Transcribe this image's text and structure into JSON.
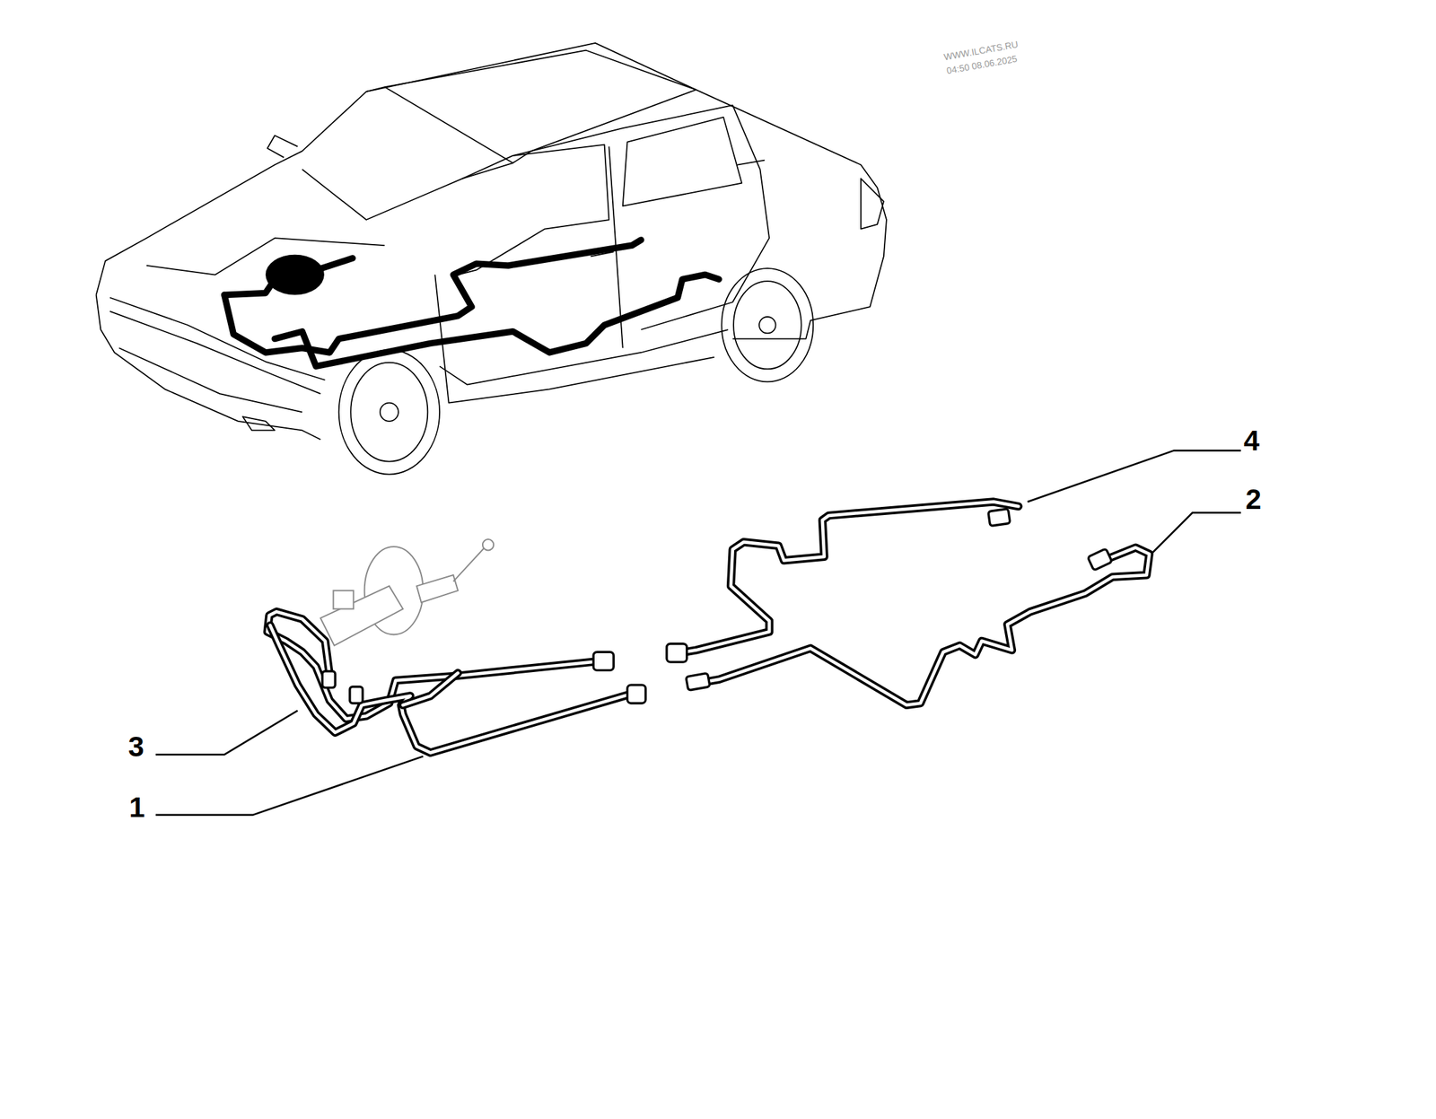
{
  "diagram": {
    "labels": [
      "WWW.ILCATS.RU",
      "04:50 08.06.2025",
      "4",
      "2",
      "3",
      "1"
    ]
  }
}
